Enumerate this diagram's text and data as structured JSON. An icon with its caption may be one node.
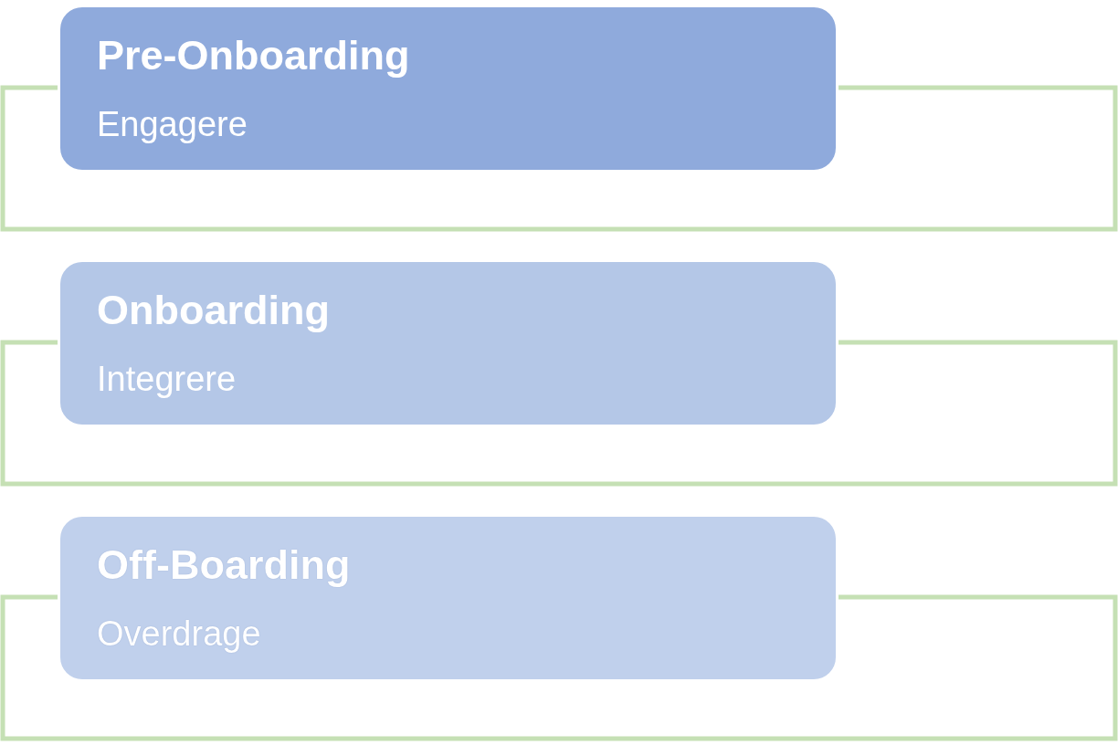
{
  "diagram": {
    "nodes": [
      {
        "text": [
          "Pre-Onboarding",
          "Engagere"
        ]
      },
      {
        "text": [
          "Onboarding",
          "Integrere"
        ]
      },
      {
        "text": [
          "Off-Boarding",
          "Overdrage"
        ]
      }
    ]
  }
}
